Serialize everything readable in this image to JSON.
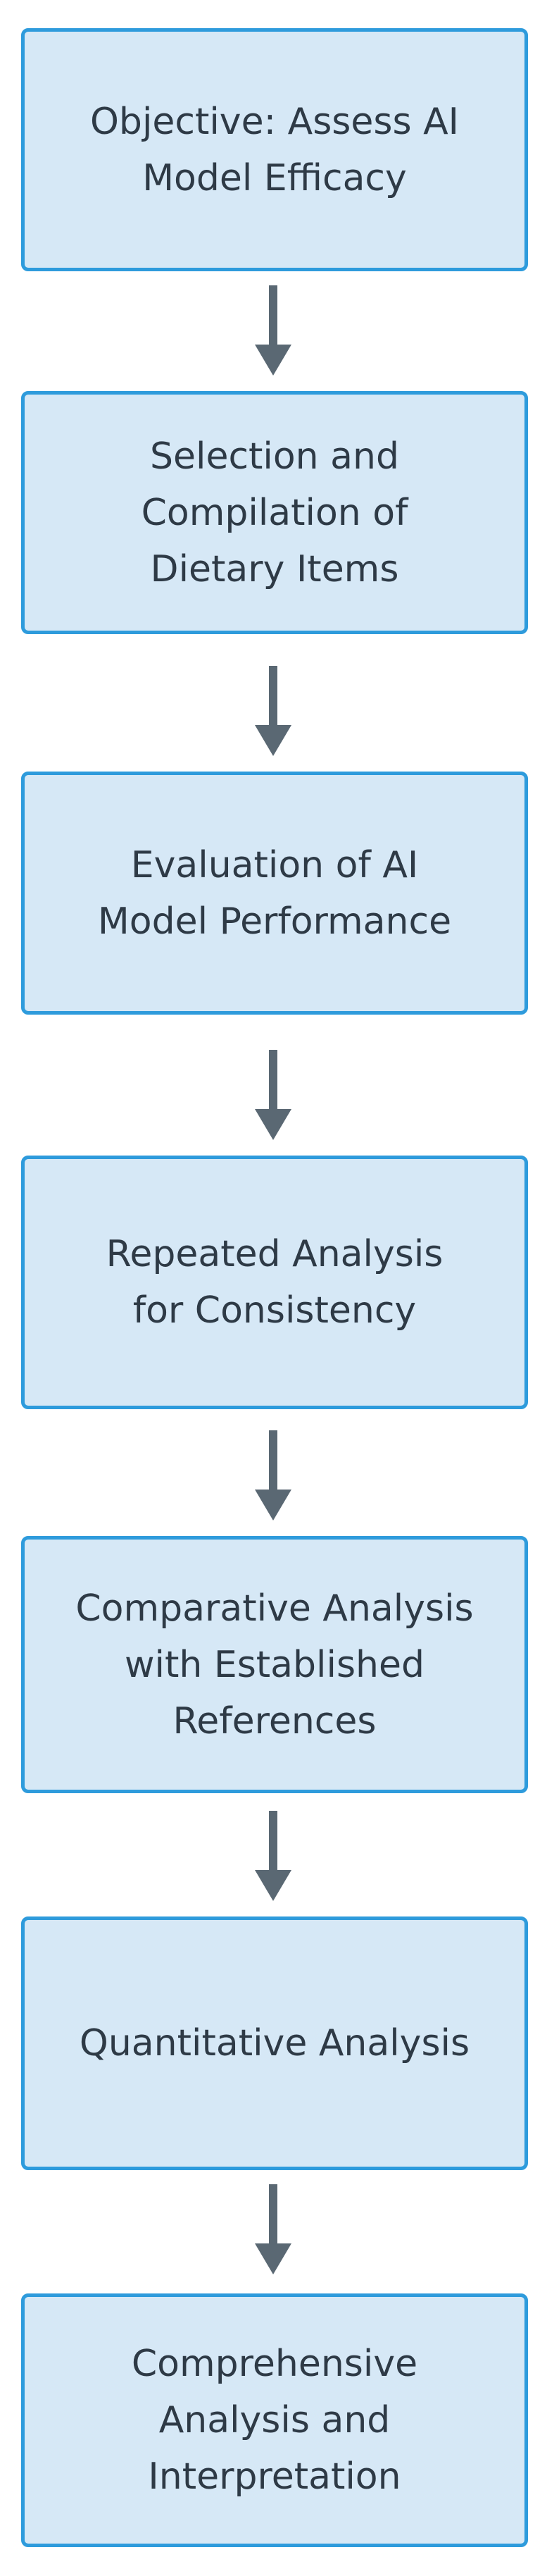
{
  "diagram": {
    "steps": [
      {
        "label": "Objective: Assess AI\nModel Efficacy"
      },
      {
        "label": "Selection and\nCompilation of\nDietary Items"
      },
      {
        "label": "Evaluation of AI\nModel Performance"
      },
      {
        "label": "Repeated Analysis\nfor Consistency"
      },
      {
        "label": "Comparative Analysis\nwith Established\nReferences"
      },
      {
        "label": "Quantitative Analysis"
      },
      {
        "label": "Comprehensive\nAnalysis and\nInterpretation"
      }
    ]
  },
  "colors": {
    "box_fill": "#d6e8f6",
    "box_border": "#2e9bdc",
    "text": "#2e3a46",
    "arrow": "#5a6873"
  }
}
